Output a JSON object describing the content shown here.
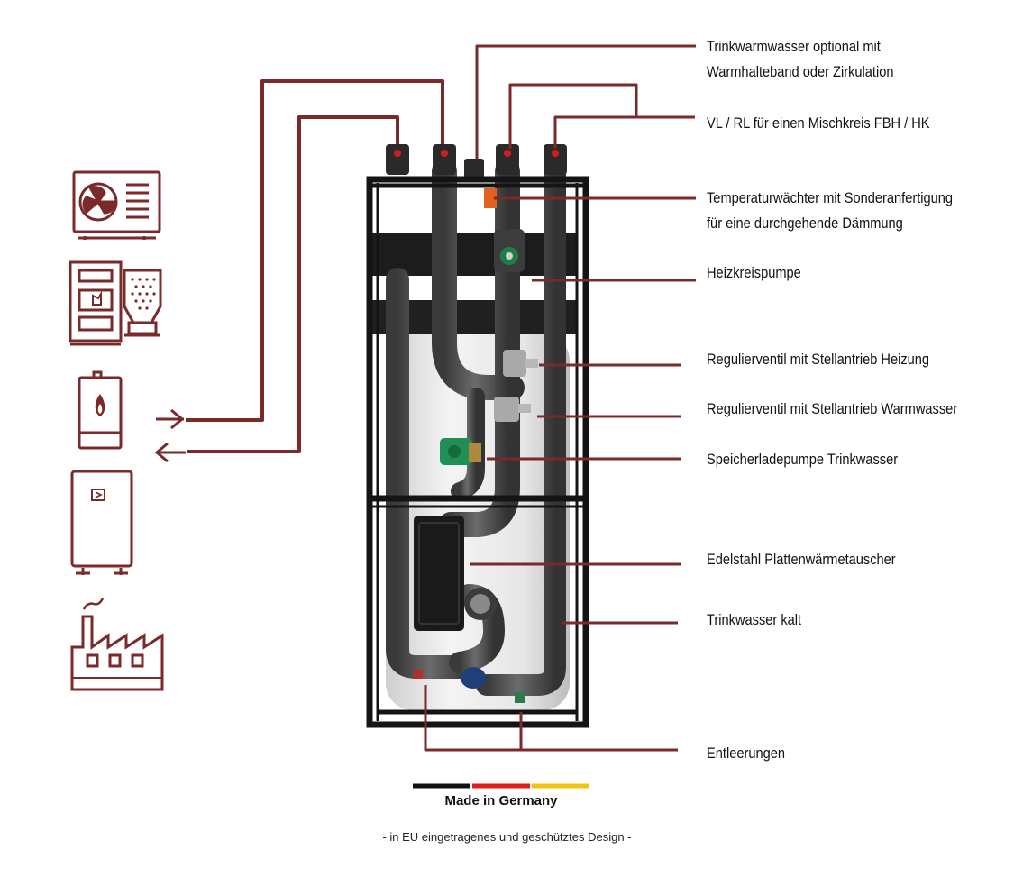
{
  "colors": {
    "accent": "#7a2a2a",
    "frame": "#141414",
    "insulation": "#4a4a4a",
    "tank": "#e9e9e9",
    "flag_black": "#111111",
    "flag_red": "#e31b1b",
    "flag_gold": "#f2c40f"
  },
  "labels": {
    "trinkwarmwasser": [
      "Trinkwarmwasser optional mit",
      "Warmhalteband oder Zirkulation"
    ],
    "vl_rl": [
      "VL / RL für einen Mischkreis FBH / HK"
    ],
    "temperaturwaechter": [
      "Temperaturwächter mit Sonderanfertigung",
      "für eine durchgehende Dämmung"
    ],
    "heizkreispumpe": [
      "Heizkreispumpe"
    ],
    "regulierventil_heizung": [
      "Regulierventil mit Stellantrieb Heizung"
    ],
    "regulierventil_warmwasser": [
      "Regulierventil mit Stellantrieb Warmwasser"
    ],
    "speicherladepumpe": [
      "Speicherladepumpe Trinkwasser"
    ],
    "plattenwaermetauscher": [
      "Edelstahl Plattenwärmetauscher"
    ],
    "trinkwasser_kalt": [
      "Trinkwasser kalt"
    ],
    "entleerungen": [
      "Entleerungen"
    ]
  },
  "footer": {
    "made_in": "Made in Germany",
    "design_note": "- in EU eingetragenes und geschütztes Design -"
  },
  "icons": [
    "heat-pump-outdoor-unit-icon",
    "pellet-boiler-icon",
    "gas-boiler-icon",
    "electric-heater-icon",
    "district-heating-factory-icon",
    "flow-in-arrow-icon",
    "flow-out-arrow-icon"
  ]
}
